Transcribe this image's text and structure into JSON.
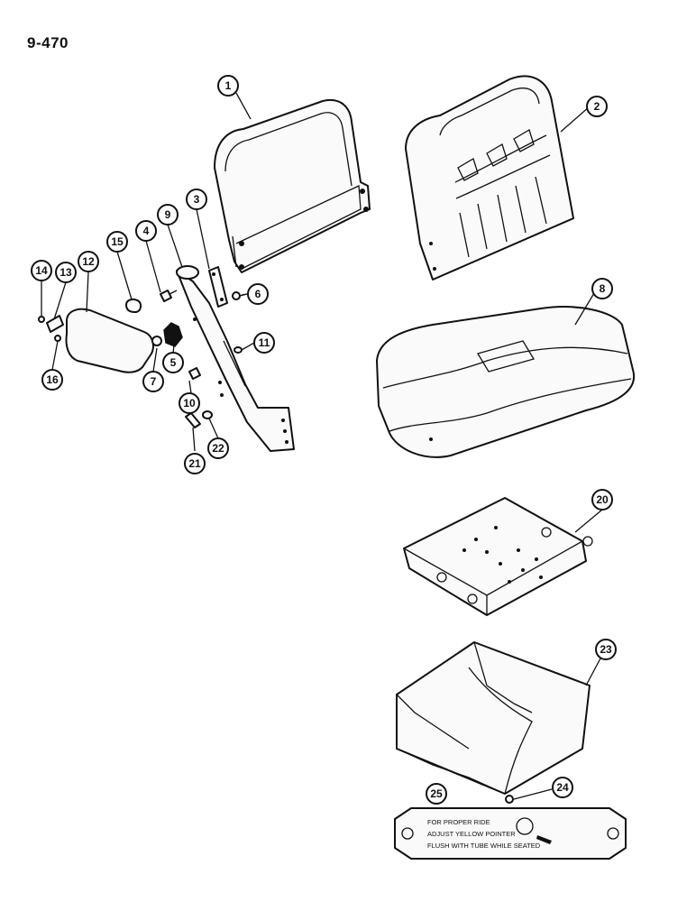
{
  "page_number": "9-470",
  "callouts": [
    {
      "id": "c1",
      "label": "1"
    },
    {
      "id": "c2",
      "label": "2"
    },
    {
      "id": "c3",
      "label": "3"
    },
    {
      "id": "c4",
      "label": "4"
    },
    {
      "id": "c5",
      "label": "5"
    },
    {
      "id": "c6",
      "label": "6"
    },
    {
      "id": "c7",
      "label": "7"
    },
    {
      "id": "c8",
      "label": "8"
    },
    {
      "id": "c9",
      "label": "9"
    },
    {
      "id": "c10",
      "label": "10"
    },
    {
      "id": "c11",
      "label": "11"
    },
    {
      "id": "c12",
      "label": "12"
    },
    {
      "id": "c13",
      "label": "13"
    },
    {
      "id": "c14",
      "label": "14"
    },
    {
      "id": "c15",
      "label": "15"
    },
    {
      "id": "c16",
      "label": "16"
    },
    {
      "id": "c20",
      "label": "20"
    },
    {
      "id": "c21",
      "label": "21"
    },
    {
      "id": "c22",
      "label": "22"
    },
    {
      "id": "c23",
      "label": "23"
    },
    {
      "id": "c24",
      "label": "24"
    },
    {
      "id": "c25",
      "label": "25"
    }
  ],
  "decal": {
    "line1": "FOR PROPER RIDE",
    "line2": "ADJUST YELLOW POINTER",
    "line3": "FLUSH WITH TUBE WHILE SEATED"
  }
}
